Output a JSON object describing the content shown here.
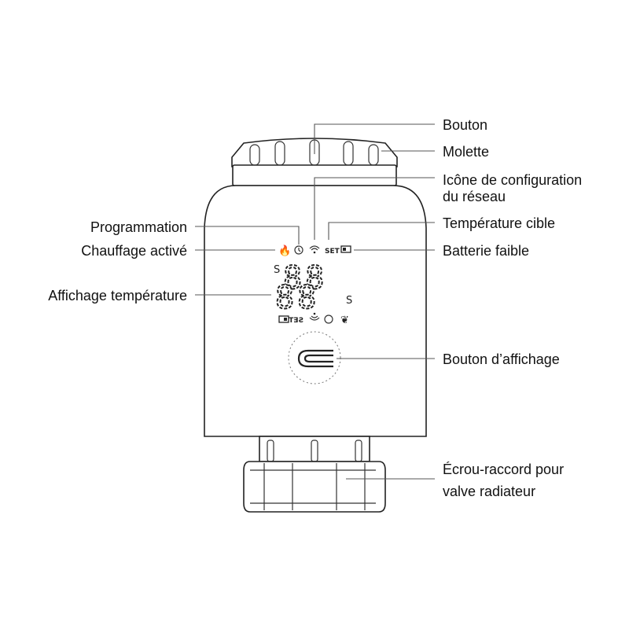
{
  "labels": {
    "bouton": "Bouton",
    "molette": "Molette",
    "icone_reseau_1": "Icône de configuration",
    "icone_reseau_2": "du réseau",
    "temperature_cible": "Température cible",
    "batterie_faible": "Batterie faible",
    "bouton_affichage": "Bouton d’affichage",
    "ecrou_1": "Écrou-raccord pour",
    "ecrou_2": "valve radiateur",
    "programmation": "Programmation",
    "chauffage_active": "Chauffage activé",
    "affichage_temperature": "Affichage température"
  },
  "display": {
    "set_label": "SET",
    "set_label_mirrored": "SET",
    "small_s_left": "S",
    "small_s_right": "S",
    "digits_top": "88",
    "digits_bottom": "88"
  },
  "icons": [
    "flame-icon",
    "clock-icon",
    "wifi-icon",
    "battery-icon",
    "snowflake-icon"
  ]
}
